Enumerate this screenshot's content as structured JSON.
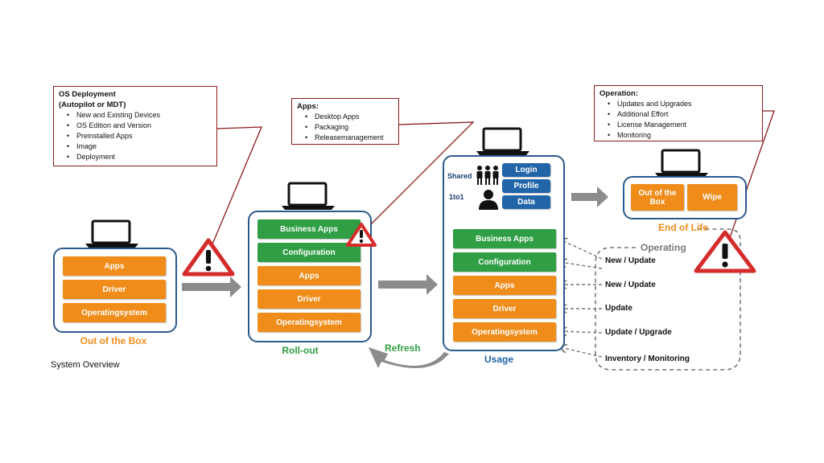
{
  "callouts": {
    "os": {
      "title_line1": "OS Deployment",
      "title_line2": "(Autopilot or MDT)",
      "items": [
        "New and Existing Devices",
        "OS Edition and Version",
        "Preinstalled Apps",
        "Image",
        "Deployment"
      ]
    },
    "apps": {
      "title": "Apps:",
      "items": [
        "Desktop Apps",
        "Packaging",
        "Releasemanagement"
      ]
    },
    "operation": {
      "title": "Operation:",
      "items": [
        "Updates and Upgrades",
        "Additional Effort",
        "License Management",
        "Monitoring"
      ]
    }
  },
  "stages": {
    "out_of_box": {
      "caption": "Out of the Box",
      "layers": [
        "Apps",
        "Driver",
        "Operatingsystem"
      ]
    },
    "rollout": {
      "caption": "Roll-out",
      "layers": [
        "Business Apps",
        "Configuration",
        "Apps",
        "Driver",
        "Operatingsystem"
      ]
    },
    "usage": {
      "caption": "Usage",
      "shared_label": "Shared",
      "one_label": "1to1",
      "profile_boxes": [
        "Login",
        "Profile",
        "Data"
      ],
      "layers": [
        "Business Apps",
        "Configuration",
        "Apps",
        "Driver",
        "Operatingsystem"
      ]
    },
    "end_of_life": {
      "caption": "End of Life",
      "box1_line1": "Out of the",
      "box1_line2": "Box",
      "box2": "Wipe"
    }
  },
  "refresh_label": "Refresh",
  "operating": {
    "title": "Operating",
    "labels": [
      "New / Update",
      "New / Update",
      "Update",
      "Update / Upgrade",
      "Inventory / Monitoring"
    ]
  },
  "footer_caption": "System Overview",
  "colors": {
    "orange": "#ef8c1a",
    "green": "#2f9e44",
    "blue": "#2164a8",
    "border_blue": "#2a5a8c",
    "callout_red": "#8b1a1a",
    "warning_red": "#d52b2b",
    "arrow_gray": "#8c8c8c"
  },
  "icons": [
    "laptop-icon",
    "warning-icon",
    "people-group-icon",
    "person-icon",
    "right-arrow-icon",
    "refresh-arrow-icon",
    "dashed-arrow-icon"
  ]
}
